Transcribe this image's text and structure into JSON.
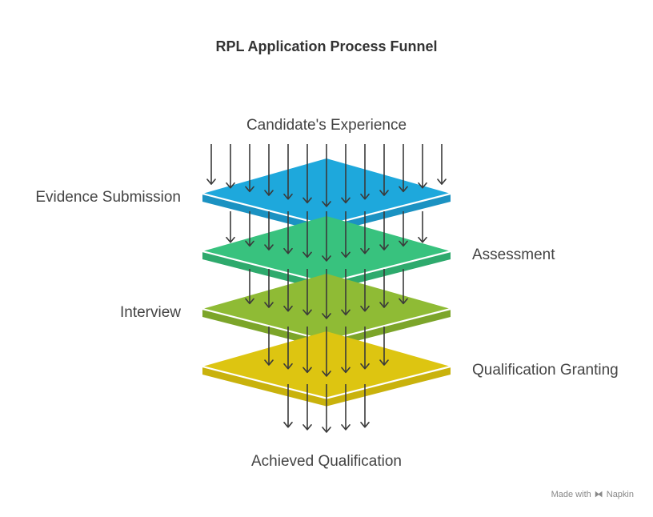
{
  "title": "RPL Application Process Funnel",
  "input_label": "Candidate's Experience",
  "output_label": "Achieved Qualification",
  "stages": [
    {
      "label": "Evidence Submission",
      "side": "left",
      "color_top": "#1ea8dc",
      "color_side": "#1b92c2"
    },
    {
      "label": "Assessment",
      "side": "right",
      "color_top": "#38c27e",
      "color_side": "#2eaa6d"
    },
    {
      "label": "Interview",
      "side": "left",
      "color_top": "#8fbb35",
      "color_side": "#7ca52a"
    },
    {
      "label": "Qualification Granting",
      "side": "right",
      "color_top": "#ddc511",
      "color_side": "#c9b20c"
    }
  ],
  "arrow_counts": [
    13,
    11,
    9,
    7,
    5
  ],
  "colors": {
    "arrow": "#3a3a3a",
    "text": "#444444"
  },
  "brand": {
    "made_with": "Made with",
    "name": "Napkin",
    "icon": "napkin-icon"
  }
}
